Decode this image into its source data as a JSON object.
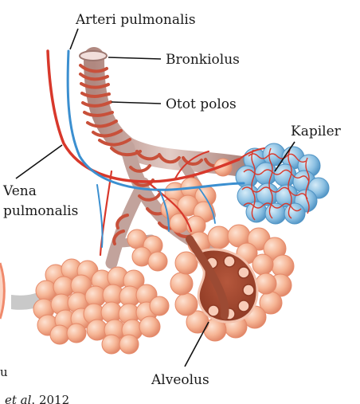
{
  "labels": {
    "arteri": "Arteri pulmonalis",
    "bronkiolus": "Bronkiolus",
    "otot": "Otot polos",
    "kapiler": "Kapiler",
    "vena_line1": "Vena",
    "vena_line2": "pulmonalis",
    "alveolus": "Alveolus"
  },
  "cropped_text": {
    "left_fragment": "u",
    "citation_italic": "et al",
    "citation_rest": ". 2012"
  },
  "colors": {
    "artery_red": "#d8382b",
    "vein_blue": "#3b8fd0",
    "alveoli": "#f6b595",
    "alveoli_shade": "#e58a6a",
    "bronchiole": "#c9a9a2",
    "muscle": "#c8503a",
    "capillary_net": "#7fb6dc",
    "arrow": "#c9c9c9"
  }
}
